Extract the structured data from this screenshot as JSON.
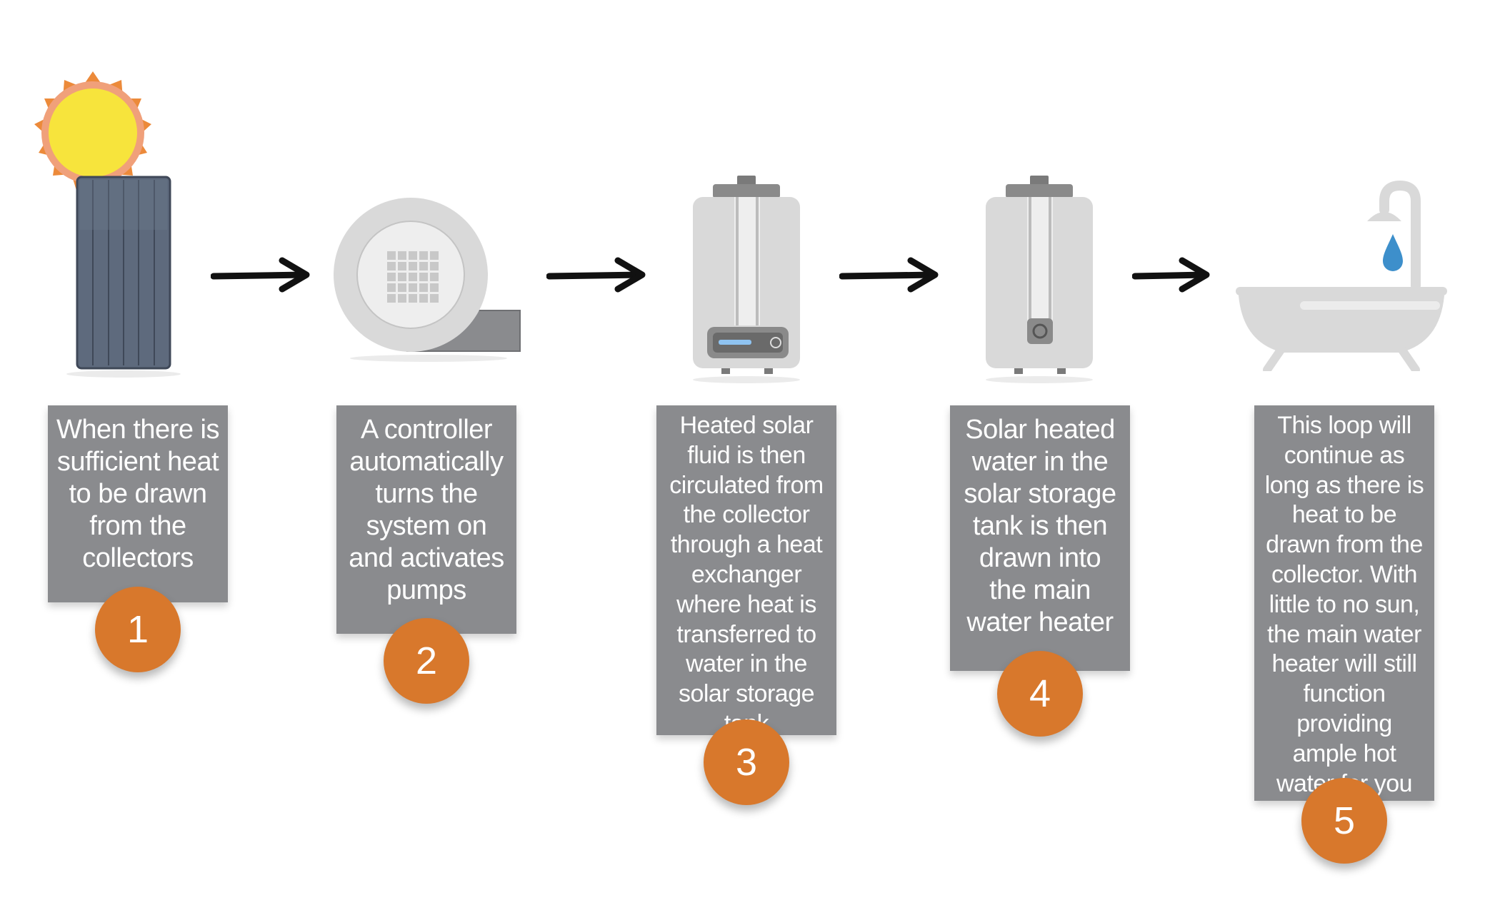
{
  "steps": [
    {
      "number": "1",
      "text": "When there is sufficient heat to be drawn from the collectors",
      "icon": "solar-collector-icon"
    },
    {
      "number": "2",
      "text": "A controller automatically turns the system on and activates pumps",
      "icon": "pump-icon"
    },
    {
      "number": "3",
      "text": "Heated solar fluid is then circulated from the collector through a heat exchanger where heat is transferred to water in the solar storage tank",
      "icon": "solar-storage-tank-icon"
    },
    {
      "number": "4",
      "text": "Solar heated water in the solar storage tank is then drawn into the main water heater",
      "icon": "main-water-heater-icon"
    },
    {
      "number": "5",
      "text": "This loop will continue as long as there is heat to be drawn from the collector. With little to no sun, the main water heater will still function providing ample hot water for you home",
      "icon": "bathtub-icon"
    }
  ],
  "colors": {
    "box": "#8a8b8e",
    "badge": "#d8782c",
    "panel": "#5e6a7d",
    "sun_center": "#f7e43c",
    "sun_rays": "#ec8a3a",
    "appliance": "#d9d9d9",
    "water_drop": "#3d8fcb"
  }
}
